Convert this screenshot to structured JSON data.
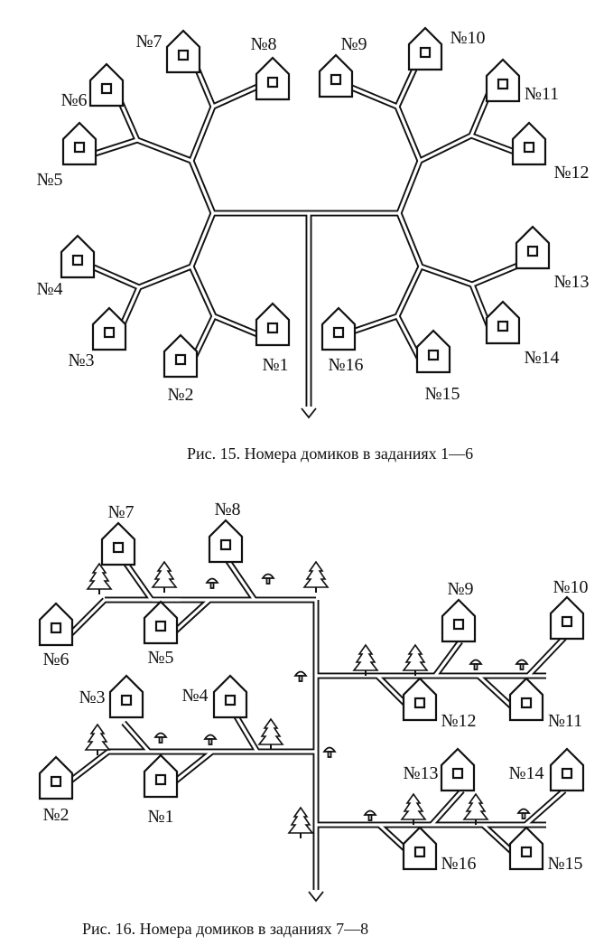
{
  "figures": [
    {
      "id": "fig15",
      "caption": "Рис. 15. Номера домиков в заданиях 1—6",
      "houses": [
        {
          "label": "№1"
        },
        {
          "label": "№2"
        },
        {
          "label": "№3"
        },
        {
          "label": "№4"
        },
        {
          "label": "№5"
        },
        {
          "label": "№6"
        },
        {
          "label": "№7"
        },
        {
          "label": "№8"
        },
        {
          "label": "№9"
        },
        {
          "label": "№10"
        },
        {
          "label": "№11"
        },
        {
          "label": "№12"
        },
        {
          "label": "№13"
        },
        {
          "label": "№14"
        },
        {
          "label": "№15"
        },
        {
          "label": "№16"
        }
      ]
    },
    {
      "id": "fig16",
      "caption": "Рис. 16. Номера домиков в заданиях 7—8",
      "houses": [
        {
          "label": "№1"
        },
        {
          "label": "№2"
        },
        {
          "label": "№3"
        },
        {
          "label": "№4"
        },
        {
          "label": "№5"
        },
        {
          "label": "№6"
        },
        {
          "label": "№7"
        },
        {
          "label": "№8"
        },
        {
          "label": "№9"
        },
        {
          "label": "№10"
        },
        {
          "label": "№11"
        },
        {
          "label": "№12"
        },
        {
          "label": "№13"
        },
        {
          "label": "№14"
        },
        {
          "label": "№15"
        },
        {
          "label": "№16"
        }
      ]
    }
  ],
  "icons": {
    "house": "house-icon",
    "tree": "fir-tree-icon",
    "mushroom": "mushroom-icon",
    "arrow": "arrow-down-icon"
  }
}
